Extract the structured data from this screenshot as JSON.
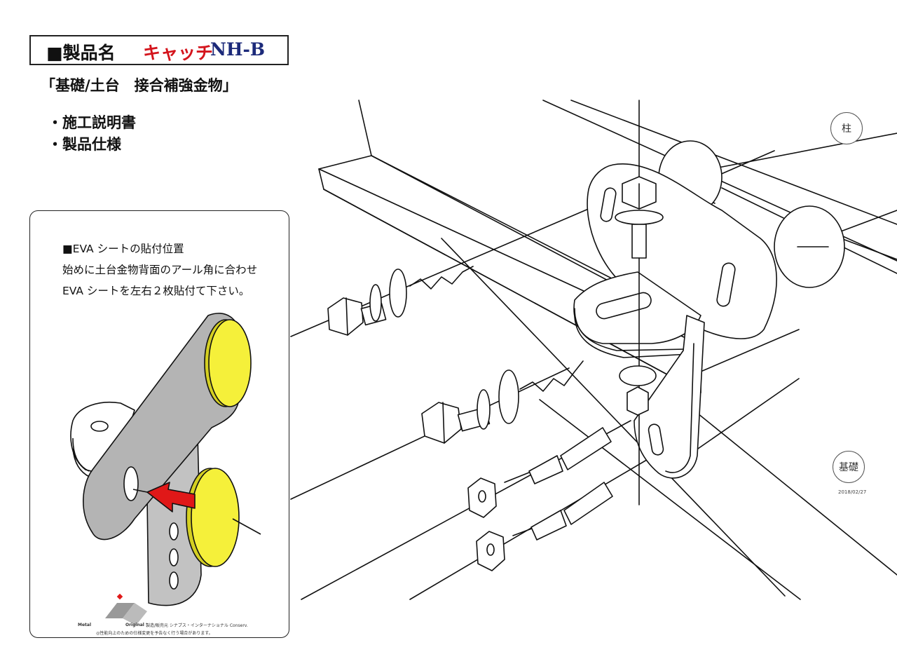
{
  "header": {
    "title_label": "■製品名",
    "product_name_jp": "キャッチ",
    "product_name_code": "NH-B",
    "subtitle": "「基礎/土台　接合補強金物」",
    "list_items": [
      "・施工説明書",
      "・製品仕様"
    ]
  },
  "inset": {
    "heading": "■EVA シートの貼付位置",
    "line1": "始めに土台金物背面のアール角に合わせ",
    "line2": "EVA シートを左右２枚貼付て下さい。",
    "logo_left": "Metal",
    "logo_right": "Original",
    "company": "製造/販売元 シナプス・インターナショナル Conserv.",
    "disclaimer": "◎性能向上のための仕様変更を予告なく行う場合があります。"
  },
  "labels": {
    "pillar": "柱",
    "foundation": "基礎",
    "date": "2018/02/27"
  },
  "colors": {
    "title_red": "#d4141c",
    "title_navy": "#1c2a7a",
    "eva_yellow": "#f5f03a",
    "arrow_red": "#e01818",
    "plate_gray": "#b4b4b4"
  }
}
